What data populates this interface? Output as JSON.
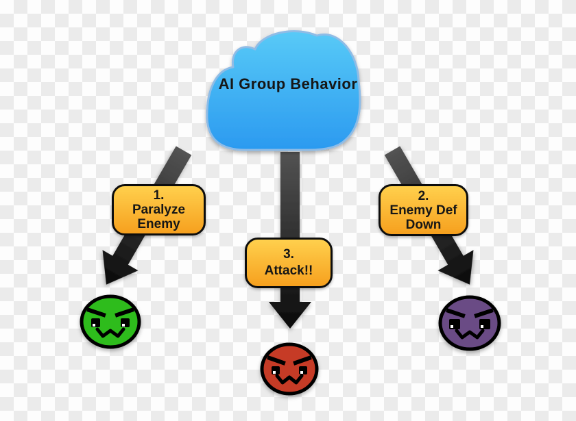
{
  "diagram": {
    "title": "AI Group Behavior",
    "steps": [
      {
        "number": "1.",
        "label_lines": [
          "Paralyze",
          "Enemy"
        ]
      },
      {
        "number": "3.",
        "label_lines": [
          "Attack!!"
        ]
      },
      {
        "number": "2.",
        "label_lines": [
          "Enemy Def",
          "Down"
        ]
      }
    ],
    "enemies": [
      {
        "name": "green-enemy",
        "color": "#2ebc1f"
      },
      {
        "name": "red-enemy",
        "color": "#c63b28"
      },
      {
        "name": "purple-enemy",
        "color": "#6a4c85"
      }
    ]
  },
  "colors": {
    "cloud_top": "#58caf7",
    "cloud_bottom": "#2b9af0",
    "cloud_edge": "#8fbce6",
    "box_top": "#ffd04d",
    "box_bottom": "#f6a01e",
    "box_border": "#0d0d0d",
    "arrow_top": "#535353",
    "arrow_bottom": "#0b0b0b",
    "text": "#161616",
    "checker_light": "#fdfdfd",
    "checker_dark": "#ebebeb"
  }
}
